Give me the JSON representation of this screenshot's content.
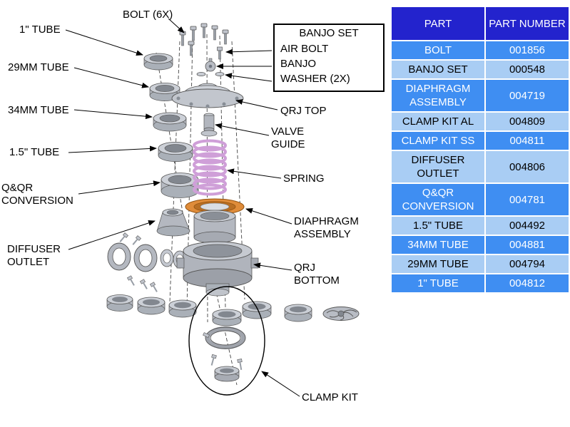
{
  "diagram": {
    "labels": {
      "bolt": "BOLT (6X)",
      "tube1": "1\" TUBE",
      "tube29": "29MM TUBE",
      "tube34": "34MM TUBE",
      "tube15": "1.5\" TUBE",
      "qqr": "Q&QR CONVERSION",
      "diffuser": "DIFFUSER OUTLET",
      "qrj_top": "QRJ TOP",
      "valve_guide": "VALVE GUIDE",
      "spring": "SPRING",
      "diaphragm": "DIAPHRAGM ASSEMBLY",
      "qrj_bottom": "QRJ BOTTOM",
      "clamp_kit": "CLAMP KIT"
    },
    "banjo_box": {
      "title": "BANJO SET",
      "items": [
        "AIR BOLT",
        "BANJO",
        "WASHER (2X)"
      ]
    }
  },
  "table": {
    "headers": [
      "PART",
      "PART NUMBER"
    ],
    "rows": [
      {
        "part": "BOLT",
        "number": "001856"
      },
      {
        "part": "BANJO SET",
        "number": "000548"
      },
      {
        "part": "DIAPHRAGM ASSEMBLY",
        "number": "004719"
      },
      {
        "part": "CLAMP KIT AL",
        "number": "004809"
      },
      {
        "part": "CLAMP KIT SS",
        "number": "004811"
      },
      {
        "part": "DIFFUSER OUTLET",
        "number": "004806"
      },
      {
        "part": "Q&QR CONVERSION",
        "number": "004781"
      },
      {
        "part": "1.5\" TUBE",
        "number": "004492"
      },
      {
        "part": "34MM TUBE",
        "number": "004881"
      },
      {
        "part": "29MM TUBE",
        "number": "004794"
      },
      {
        "part": "1\" TUBE",
        "number": "004812"
      }
    ]
  },
  "colors": {
    "table_header_bg": "#2323CD",
    "table_row_dark": "#3F8EF2",
    "table_row_light": "#A9CDF4",
    "spring": "#CF9FD8",
    "diaphragm_ring": "#DF8C3A"
  }
}
